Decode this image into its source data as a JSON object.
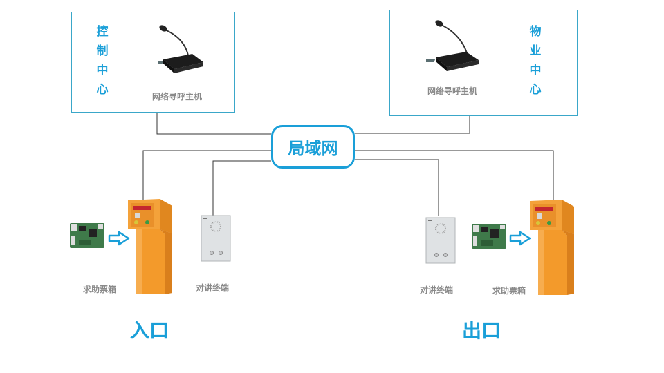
{
  "control_center": {
    "label": [
      "控",
      "制",
      "中",
      "心"
    ],
    "device_caption": "网络寻呼主机"
  },
  "property_center": {
    "label": [
      "物",
      "业",
      "中",
      "心"
    ],
    "device_caption": "网络寻呼主机"
  },
  "lan": {
    "label": "局域网"
  },
  "entrance": {
    "label": "入口",
    "kiosk_caption": "求助票箱",
    "intercom_caption": "对讲终端"
  },
  "exit": {
    "label": "出口",
    "kiosk_caption": "求助票箱",
    "intercom_caption": "对讲终端"
  },
  "colors": {
    "accent": "#1a9fd8",
    "box_border": "#3aa7c9",
    "kiosk": "#f39a2b",
    "line": "#333333"
  }
}
